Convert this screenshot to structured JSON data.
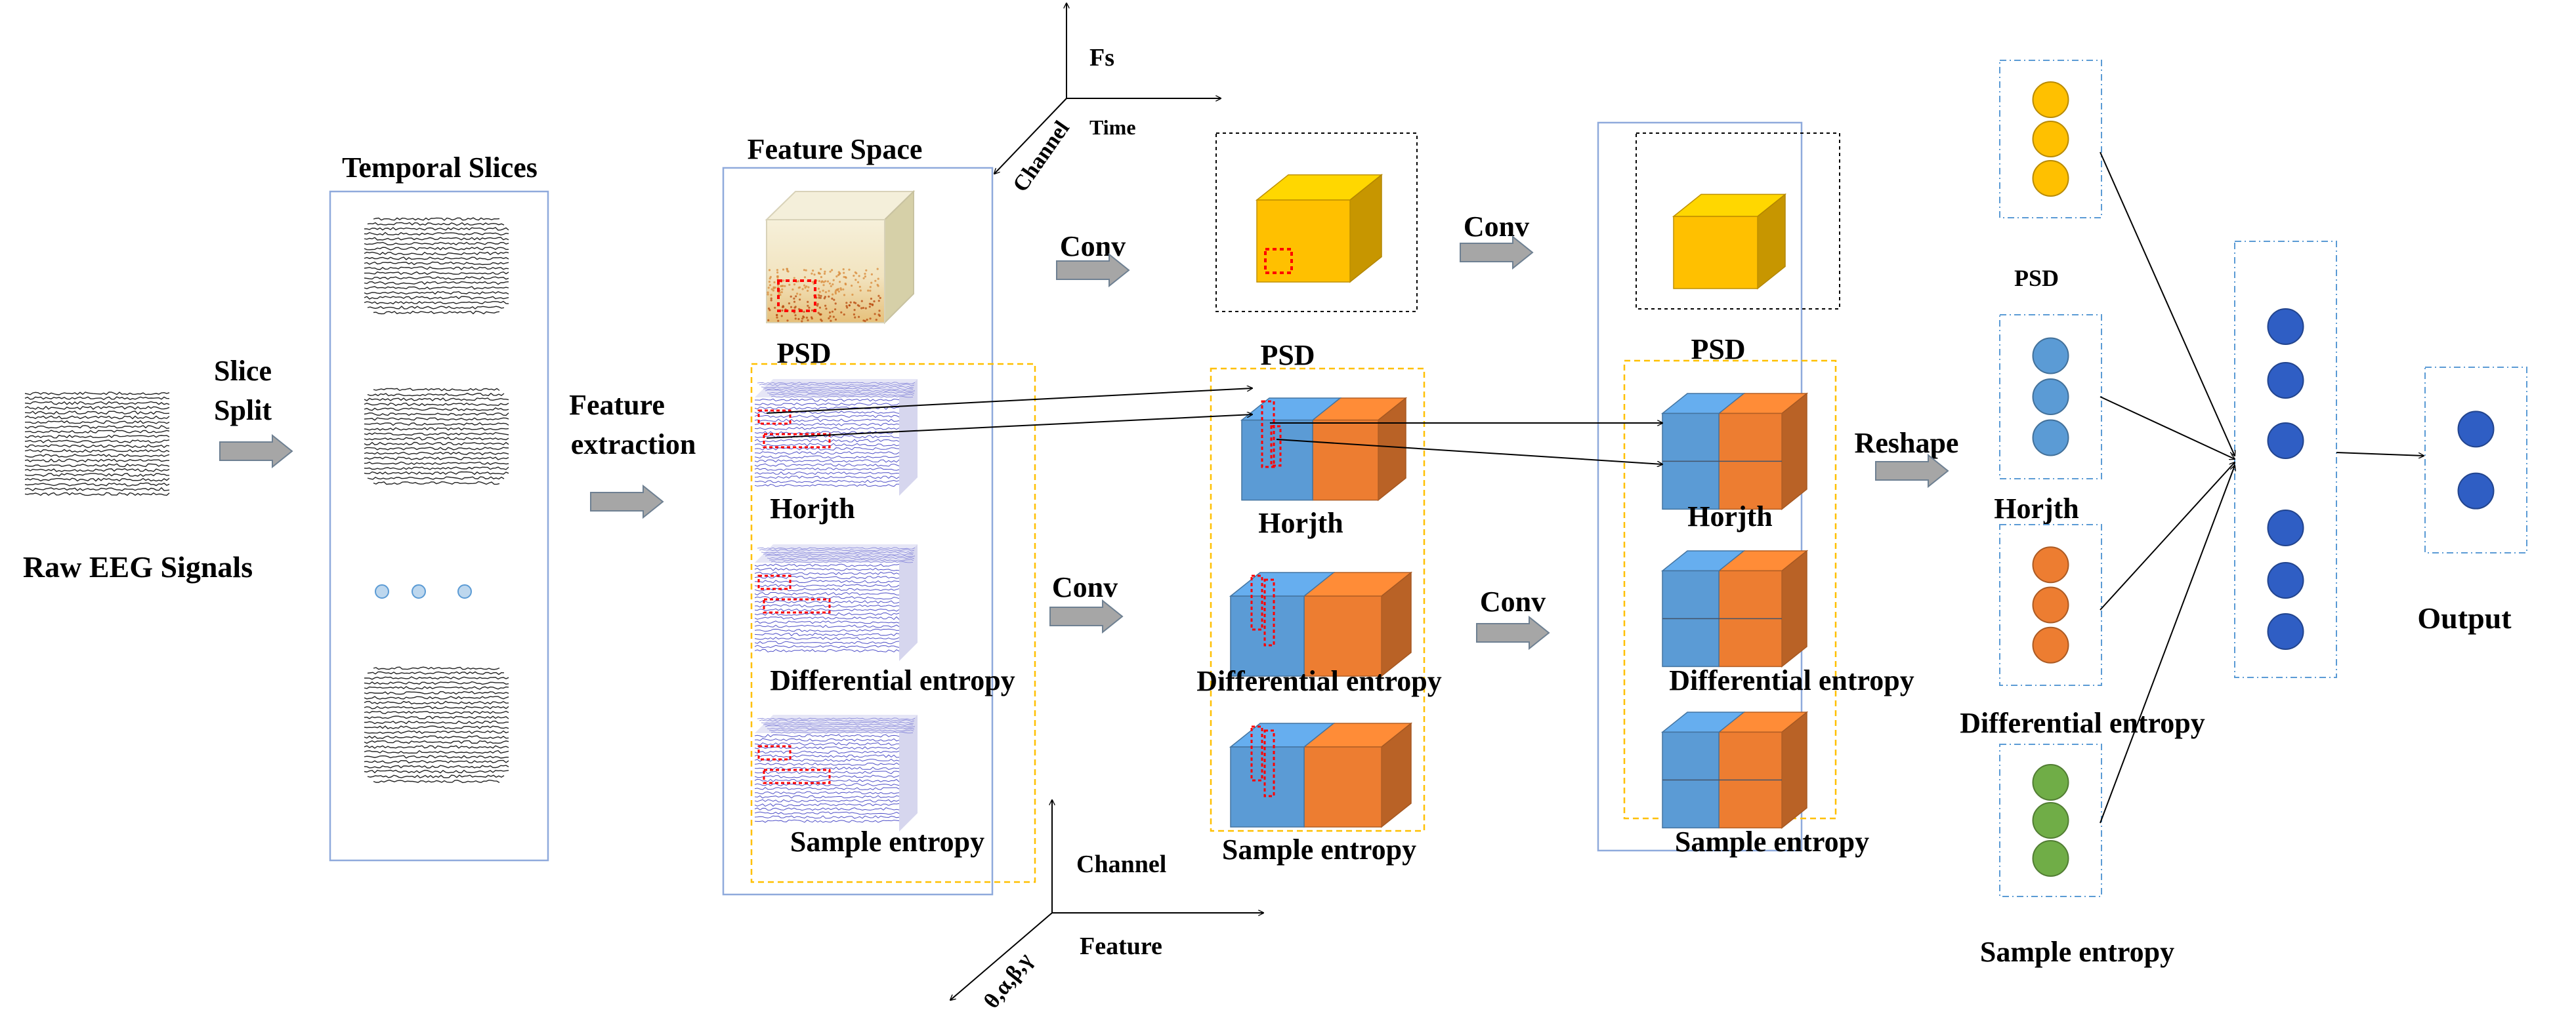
{
  "labels": {
    "raw_eeg": "Raw EEG Signals",
    "slice_split_1": "Slice",
    "slice_split_2": "Split",
    "temporal_slices": "Temporal Slices",
    "feature_extraction_1": "Feature",
    "feature_extraction_2": "extraction",
    "feature_space": "Feature Space",
    "axis_fs": "Fs",
    "axis_time": "Time",
    "axis_channel_top": "Channel",
    "axis_channel_bottom": "Channel",
    "axis_feature": "Feature",
    "axis_bands": "θ,α,β,γ",
    "conv_1": "Conv",
    "conv_2": "Conv",
    "conv_3": "Conv",
    "conv_4": "Conv",
    "reshape": "Reshape",
    "output": "Output",
    "fs_psd": "PSD",
    "fs_horjth": "Horjth",
    "fs_de": "Differential entropy",
    "fs_se": "Sample entropy",
    "c1_psd": "PSD",
    "c1_horjth": "Horjth",
    "c1_de": "Differential entropy",
    "c1_se": "Sample entropy",
    "c2_psd": "PSD",
    "c2_horjth": "Horjth",
    "c2_de": "Differential entropy",
    "c2_se": "Sample entropy",
    "v_psd": "PSD",
    "v_horjth": "Horjth",
    "v_de": "Differential entropy",
    "v_se": "Sample entropy"
  },
  "colors": {
    "psd_yellow": "#FFC000",
    "feature_blue": "#5B9BD5",
    "feature_orange": "#ED7D31",
    "node_green": "#70AD47",
    "node_dark_blue": "#2F5EC4",
    "signal_blue": "#5050C8",
    "arrow_gray": "#A6A6A6",
    "box_blue": "#8FAADC",
    "box_dashed_orange": "#FFC000",
    "marker_red": "#FF0000"
  },
  "icons": {
    "arrow": "block-arrow-icon",
    "cube": "cube-icon",
    "node": "circle-node-icon",
    "signal": "eeg-waveform-icon"
  }
}
